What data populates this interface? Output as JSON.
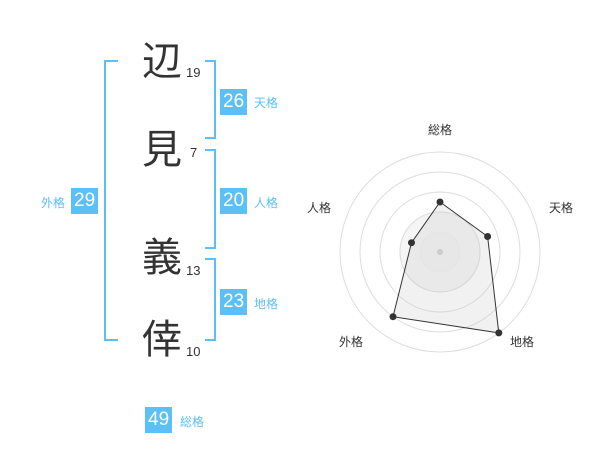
{
  "name": [
    {
      "char": "辺",
      "strokes": "19"
    },
    {
      "char": "見",
      "strokes": "7"
    },
    {
      "char": "義",
      "strokes": "13"
    },
    {
      "char": "倖",
      "strokes": "10"
    }
  ],
  "fortunes": {
    "tenkaku": {
      "value": "26",
      "label": "天格"
    },
    "jinkaku": {
      "value": "20",
      "label": "人格"
    },
    "chikaku": {
      "value": "23",
      "label": "地格"
    },
    "gaikaku": {
      "value": "29",
      "label": "外格"
    },
    "soukaku": {
      "value": "49",
      "label": "総格"
    }
  },
  "accent_color": "#5bc0f8",
  "chart_data": {
    "type": "radar",
    "axes": [
      "総格",
      "天格",
      "地格",
      "外格",
      "人格"
    ],
    "values": [
      2.5,
      2.5,
      5,
      4,
      1.5
    ],
    "max": 5
  }
}
